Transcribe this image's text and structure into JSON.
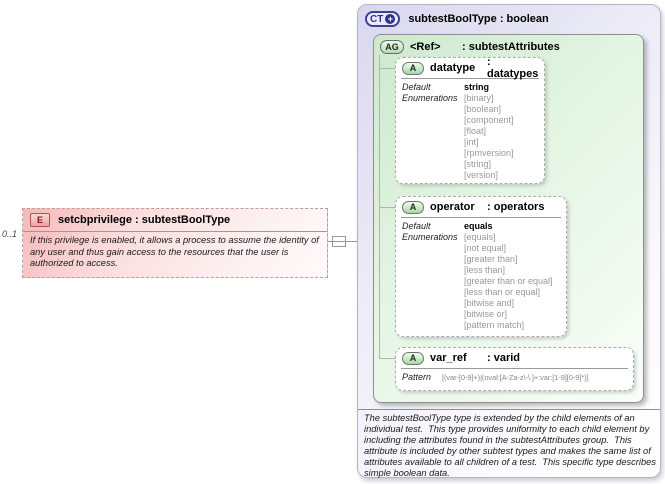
{
  "diagram": {
    "cardinality": "0..1",
    "element": {
      "badge": "E",
      "title": "setcbprivilege : subtestBoolType",
      "description": "If this privilege is enabled, it allows a process to assume the identity of any user and thus gain access to the resources that the user is authorized to access."
    },
    "complex_type": {
      "badge": "CT",
      "badge_plus": "+",
      "title": "subtestBoolType : boolean",
      "attribute_group": {
        "badge": "AG",
        "ref_label": "<Ref>",
        "type_label": ": subtestAttributes",
        "attributes": {
          "datatype": {
            "badge": "A",
            "name": "datatype",
            "type": ": datatypes",
            "default_label": "Default",
            "default_value": "string",
            "enumerations_label": "Enumerations",
            "enumerations": [
              "[binary]",
              "[boolean]",
              "[component]",
              "[float]",
              "[int]",
              "[rpmversion]",
              "[string]",
              "[version]"
            ]
          },
          "operator": {
            "badge": "A",
            "name": "operator",
            "type": ": operators",
            "default_label": "Default",
            "default_value": "equals",
            "enumerations_label": "Enumerations",
            "enumerations": [
              "[equals]",
              "[not equal]",
              "[greater than]",
              "[less than]",
              "[greater than or equal]",
              "[less than or equal]",
              "[bitwise and]",
              "[bitwise or]",
              "[pattern match]"
            ]
          },
          "var_ref": {
            "badge": "A",
            "name": "var_ref",
            "type": ": varid",
            "pattern_label": "Pattern",
            "pattern_value": "[(var-[0-9]+)|(oval:[A-Za-z\\-\\.]+:var:[1-9][0-9]*)]"
          }
        }
      },
      "footer": "The subtestBoolType type is extended by the child elements of an individual test.  This type provides uniformity to each child element by including the attributes found in the subtestAttributes group.  This attribute is included by other subtest types and makes the same list of attributes available to all children of a test.  This specific type describes simple boolean data."
    },
    "colors": {
      "element_pink": "#f4b9b9",
      "complex_type_lavender": "#d9d7ee",
      "attribute_group_green": "#cde9cd",
      "badge_blue": "#32328c",
      "enum_gray": "#999999"
    }
  }
}
